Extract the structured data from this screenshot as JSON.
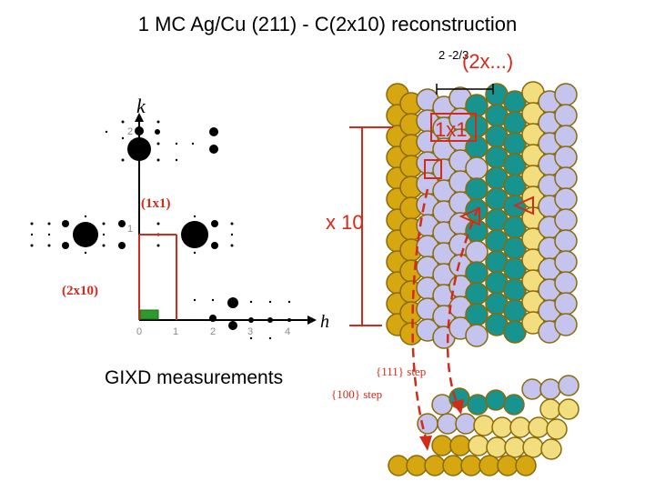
{
  "title": "1 MC Ag/Cu (211)  - C(2x10) reconstruction",
  "diffraction": {
    "axis_k": "k",
    "axis_h": "h",
    "k_tick_2": "2",
    "k_tick_1": "1",
    "h_ticks": [
      "0",
      "1",
      "2",
      "3",
      "4"
    ],
    "label_1x1": "(1x1)",
    "label_2x10": "(2x10)"
  },
  "caption_gixd": "GIXD measurements",
  "model": {
    "label_top_fraction": "2 -2/3",
    "label_top_cell": "(2x...)",
    "label_1x1": "1x1",
    "label_x10": "x 10",
    "label_111_step": "{111} step",
    "label_100_step": "{100} step"
  },
  "colors": {
    "red": "#d42a1a",
    "green": "#2e9a2e",
    "gold_atom": "#d7a712",
    "gold_edge": "#8a6a08",
    "lavender_atom": "#c4c4ef",
    "teal_atom": "#17948f",
    "pale_yellow_atom": "#f2de7e",
    "gray": "#8a8a8a"
  }
}
